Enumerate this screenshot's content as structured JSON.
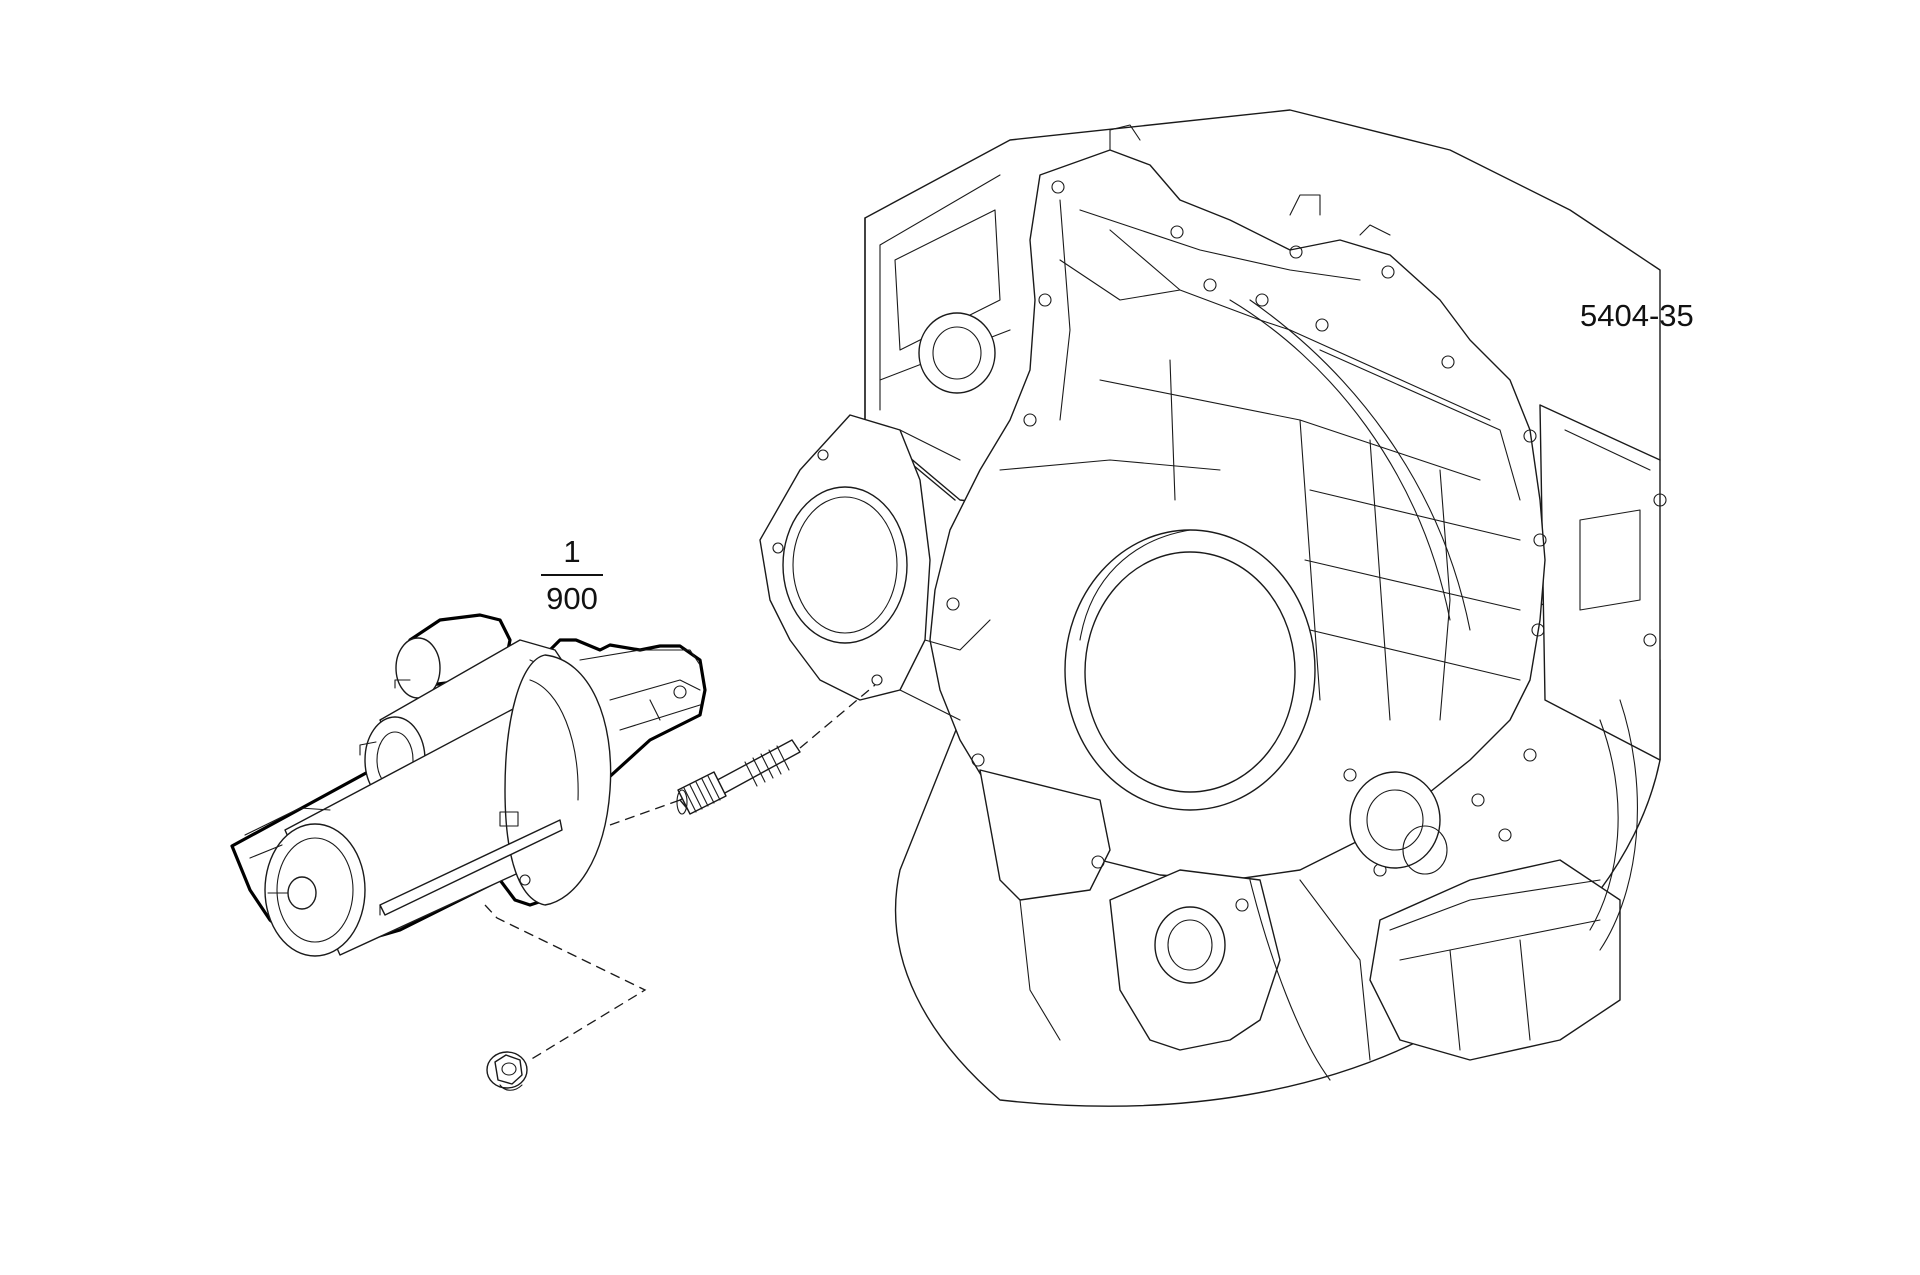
{
  "diagram": {
    "reference_code": "5404-35",
    "callout": {
      "part_number": "1",
      "quantity": "900"
    },
    "parts": [
      {
        "name": "starter-motor"
      },
      {
        "name": "mounting-stud"
      },
      {
        "name": "flange-nut"
      },
      {
        "name": "flywheel-housing"
      }
    ]
  },
  "colors": {
    "line": "#1a1a1a",
    "background": "#ffffff"
  }
}
